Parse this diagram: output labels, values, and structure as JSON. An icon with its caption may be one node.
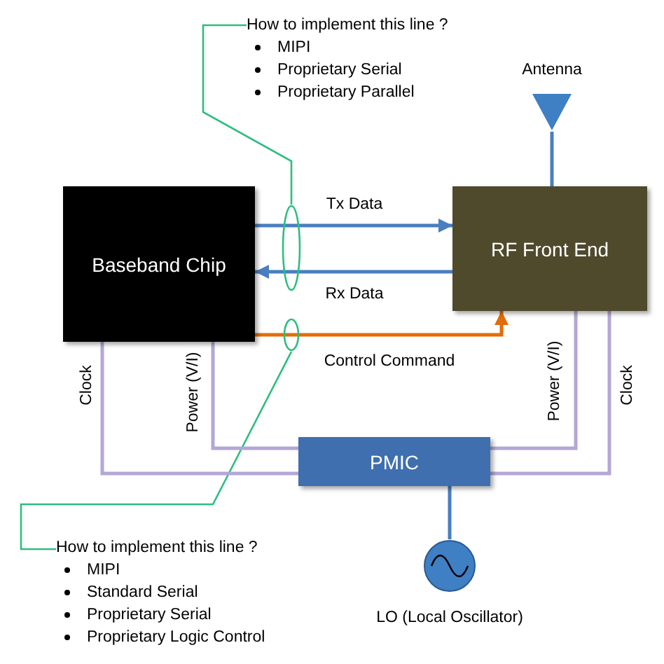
{
  "diagram": {
    "nodes": [
      {
        "text": [
          "How to implement this line ?",
          "MIPI",
          "Proprietary Serial",
          "Proprietary Parallel"
        ]
      },
      {
        "text": [
          "Antenna"
        ]
      },
      {
        "text": [
          "Baseband Chip"
        ]
      },
      {
        "text": [
          "RF Front End"
        ]
      },
      {
        "text": [],
        "shape": "ellipse"
      },
      {
        "text": [],
        "shape": "ellipse"
      },
      {
        "text": [
          "PMIC"
        ]
      },
      {
        "text": [
          "How to implement this line ?",
          "MIPI",
          "Standard Serial",
          "Proprietary Serial",
          "Proprietary Logic Control"
        ]
      },
      {
        "text": [
          "LO (Local Oscillator)"
        ]
      }
    ],
    "edges": [
      {
        "from": 0,
        "to": 4,
        "arrow": "none",
        "color": "#2ebd7f"
      },
      {
        "from": 2,
        "to": 3,
        "arrow": "to",
        "label": "Tx Data",
        "color": "#4a7ec0"
      },
      {
        "from": 3,
        "to": 2,
        "arrow": "to",
        "label": "Rx Data",
        "color": "#4a7ec0"
      },
      {
        "from": 1,
        "to": 3,
        "arrow": "none",
        "color": "#4a7ec0"
      },
      {
        "from": 2,
        "to": 3,
        "arrow": "to",
        "label": "Control Command",
        "color": "#e36c0a"
      },
      {
        "from": 7,
        "to": 5,
        "arrow": "none",
        "color": "#2ebd7f"
      },
      {
        "from": 6,
        "to": 2,
        "arrow": "none",
        "label": "Clock",
        "color": "#b4a7d6"
      },
      {
        "from": 6,
        "to": 2,
        "arrow": "none",
        "label": "Power (V/I)",
        "color": "#b4a7d6"
      },
      {
        "from": 6,
        "to": 3,
        "arrow": "none",
        "label": "Power (V/I)",
        "color": "#b4a7d6"
      },
      {
        "from": 6,
        "to": 3,
        "arrow": "none",
        "label": "Clock",
        "color": "#b4a7d6"
      },
      {
        "from": 6,
        "to": 8,
        "arrow": "none",
        "color": "#4a7ec0"
      }
    ]
  }
}
